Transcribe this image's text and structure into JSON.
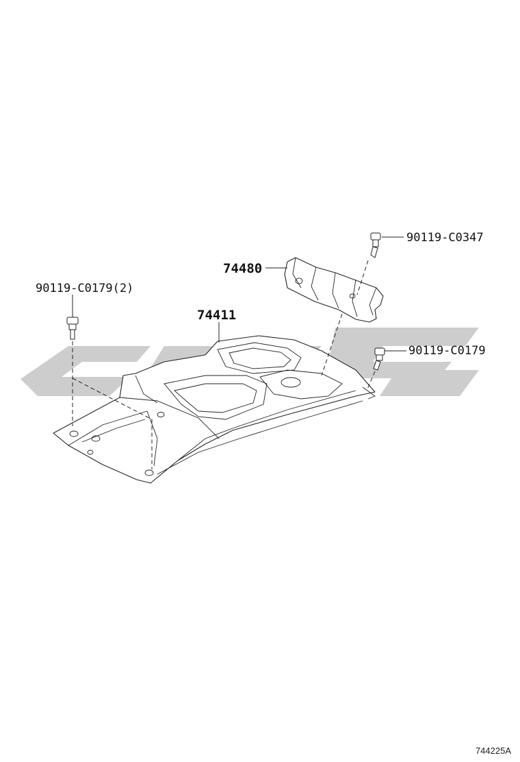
{
  "labels": {
    "underbody_cover": "74411",
    "cover_bracket": "74480",
    "bolt_top_right": "90119-C0347",
    "bolt_left": "90119-C0179(2)",
    "bolt_right": "90119-C0179"
  },
  "illustration_code": "744225A",
  "watermark_color": "#c8c8c8"
}
